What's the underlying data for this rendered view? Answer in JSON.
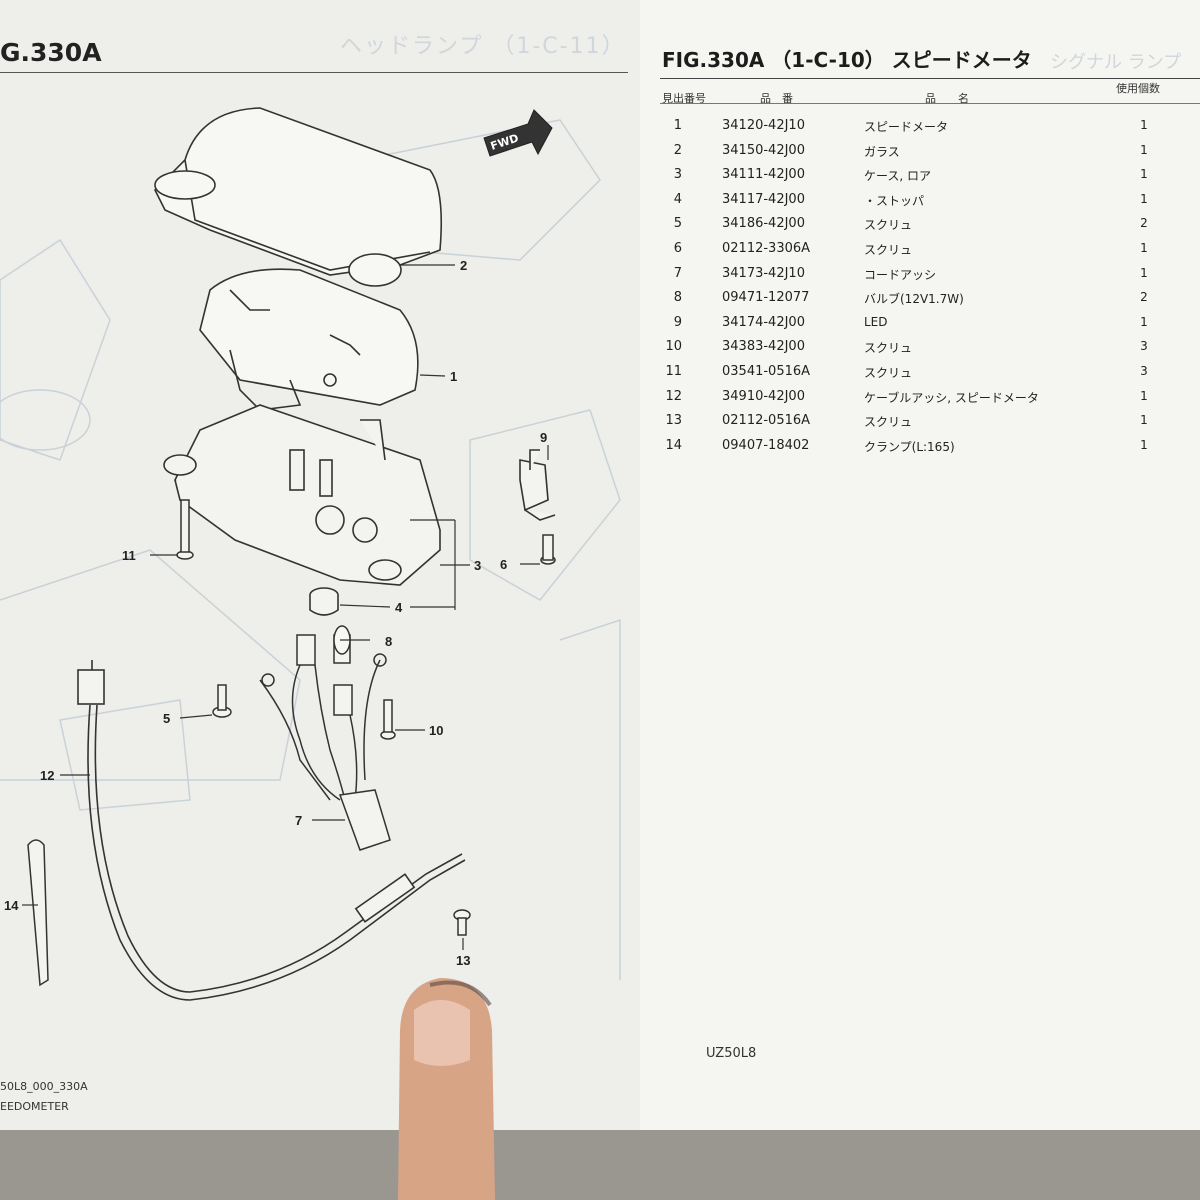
{
  "figure": {
    "left_title": "G.330A",
    "right_title": "FIG.330A （1-C-10） スピードメータ"
  },
  "table": {
    "headers": {
      "ref_no": "見出番号",
      "part_no": "品　番",
      "name": "品　　名",
      "qty": "使用個数"
    },
    "rows": [
      {
        "ref": "1",
        "part": "34120-42J10",
        "name": "スピードメータ",
        "qty": "1"
      },
      {
        "ref": "2",
        "part": "34150-42J00",
        "name": "ガラス",
        "qty": "1"
      },
      {
        "ref": "3",
        "part": "34111-42J00",
        "name": "ケース, ロア",
        "qty": "1"
      },
      {
        "ref": "4",
        "part": "34117-42J00",
        "name": "・ストッパ",
        "qty": "1"
      },
      {
        "ref": "5",
        "part": "34186-42J00",
        "name": "スクリュ",
        "qty": "2"
      },
      {
        "ref": "6",
        "part": "02112-3306A",
        "name": "スクリュ",
        "qty": "1"
      },
      {
        "ref": "7",
        "part": "34173-42J10",
        "name": "コードアッシ",
        "qty": "1"
      },
      {
        "ref": "8",
        "part": "09471-12077",
        "name": "バルブ(12V1.7W)",
        "qty": "2"
      },
      {
        "ref": "9",
        "part": "34174-42J00",
        "name": "LED",
        "qty": "1"
      },
      {
        "ref": "10",
        "part": "34383-42J00",
        "name": "スクリュ",
        "qty": "3"
      },
      {
        "ref": "11",
        "part": "03541-0516A",
        "name": "スクリュ",
        "qty": "3"
      },
      {
        "ref": "12",
        "part": "34910-42J00",
        "name": "ケーブルアッシ, スピードメータ",
        "qty": "1"
      },
      {
        "ref": "13",
        "part": "02112-0516A",
        "name": "スクリュ",
        "qty": "1"
      },
      {
        "ref": "14",
        "part": "09407-18402",
        "name": "クランプ(L:165)",
        "qty": "1"
      }
    ]
  },
  "diagram": {
    "fwd_label": "FWD",
    "callouts": [
      "1",
      "2",
      "3",
      "4",
      "5",
      "6",
      "7",
      "8",
      "9",
      "10",
      "11",
      "12",
      "13",
      "14"
    ]
  },
  "bleed_through": {
    "heading": "ヘッドランプ （1-C-11）",
    "signal": "シグナル ランプ"
  },
  "footer": {
    "model": "UZ50L8",
    "drawing_code": "50L8_000_330A",
    "part_name": "EEDOMETER"
  }
}
